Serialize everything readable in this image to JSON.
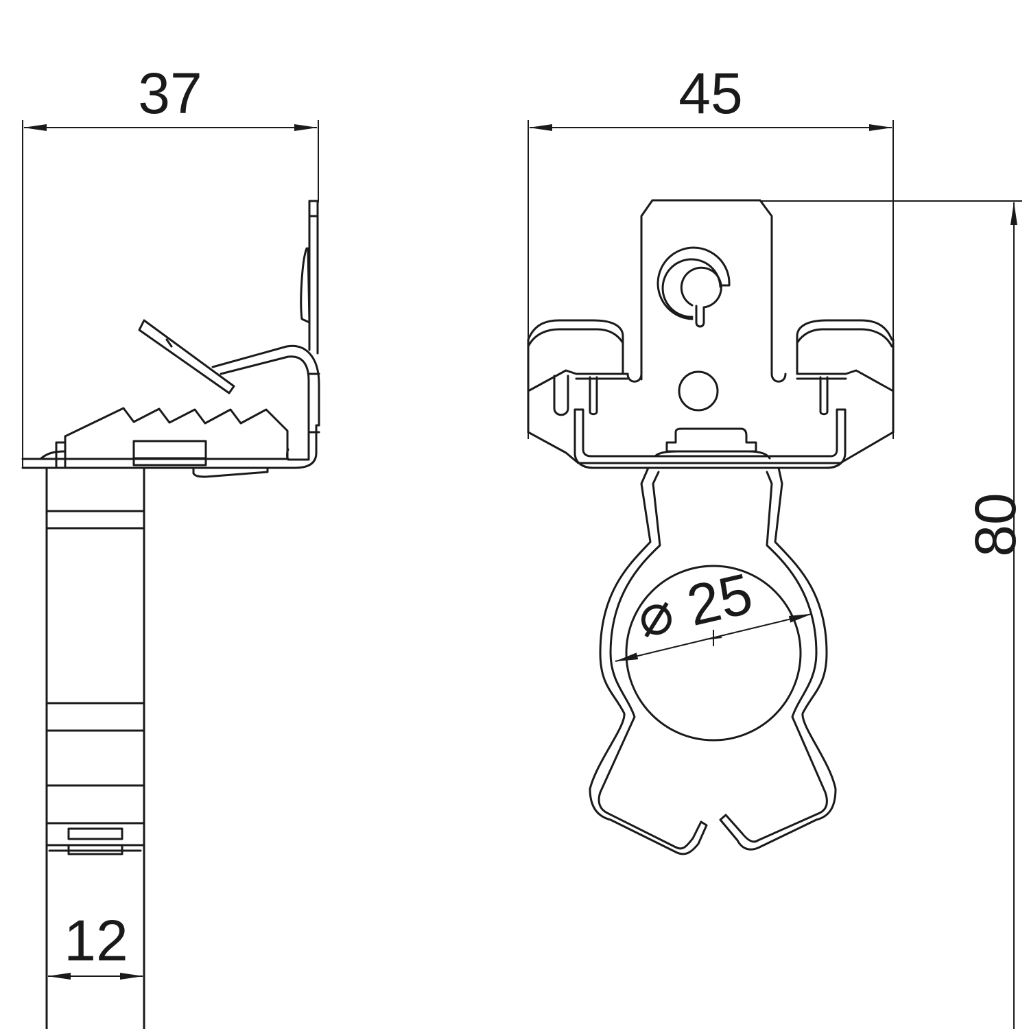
{
  "drawing": {
    "side_view": {
      "width_label": "37",
      "stem_width_label": "12"
    },
    "front_view": {
      "width_label": "45",
      "height_label": "80",
      "diameter_label": "25",
      "diameter_symbol": "⌀"
    }
  },
  "colors": {
    "line": "#1a1a1a",
    "background": "#ffffff"
  }
}
